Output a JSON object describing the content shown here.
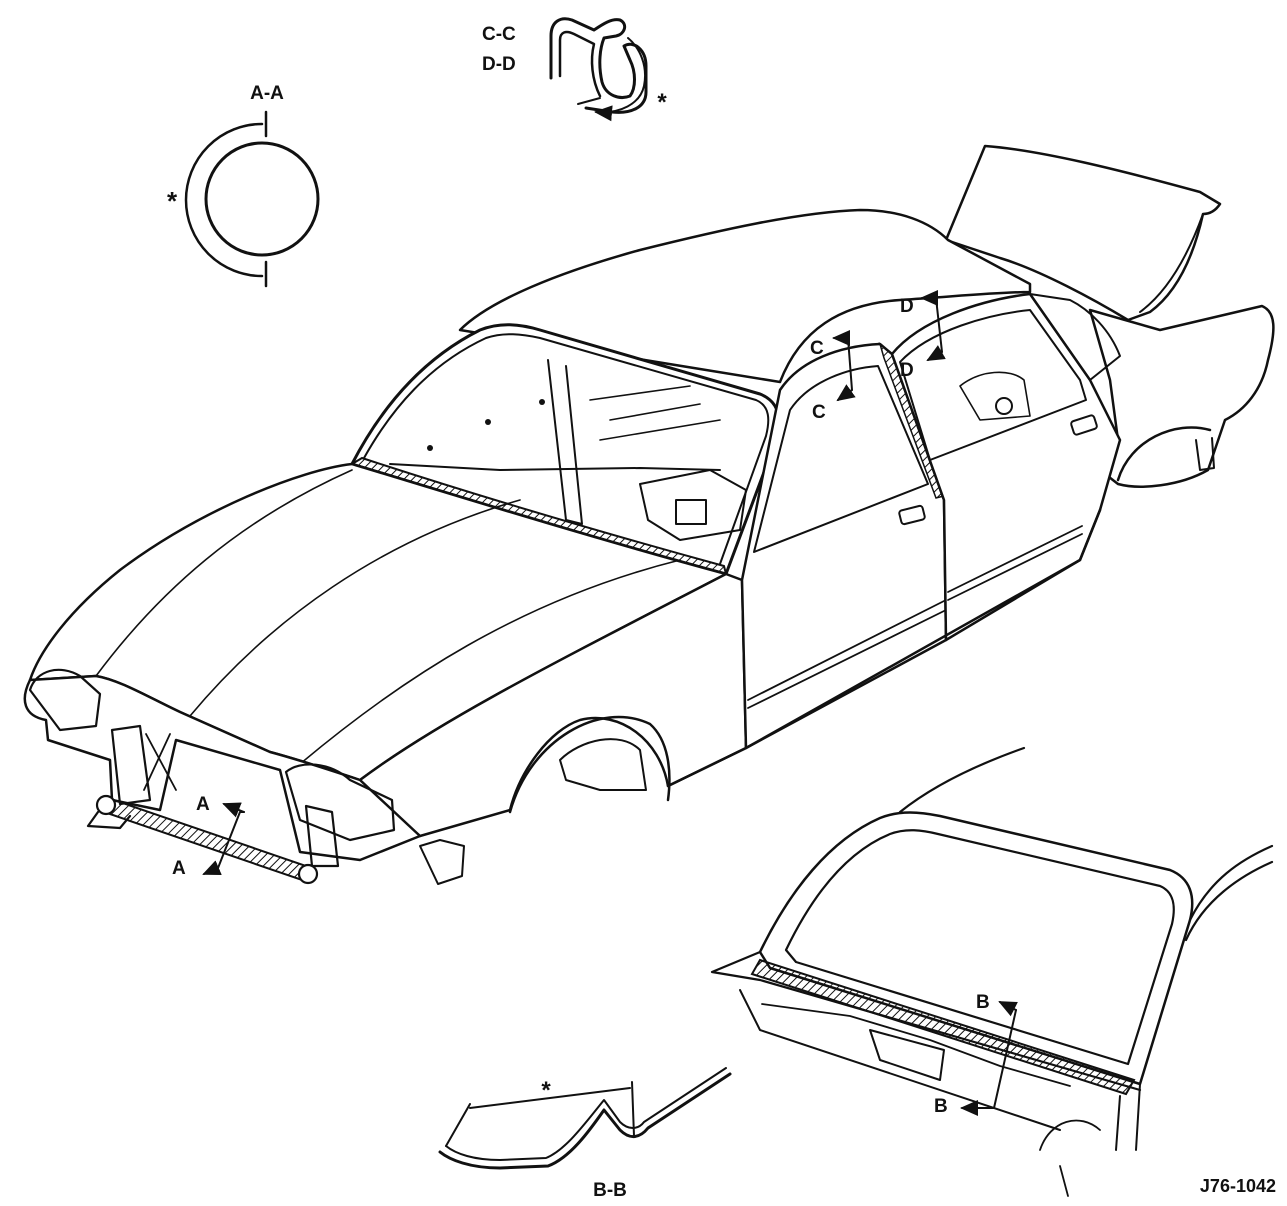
{
  "figure_ref": "J76-1042",
  "section_labels": {
    "aa": "A-A",
    "bb": "B-B",
    "cc": "C-C",
    "dd": "D-D"
  },
  "cut_markers": {
    "a": "A",
    "b": "B",
    "c": "C",
    "d": "D"
  },
  "asterisk": "*",
  "colors": {
    "ink": "#111111",
    "paper": "#ffffff"
  }
}
